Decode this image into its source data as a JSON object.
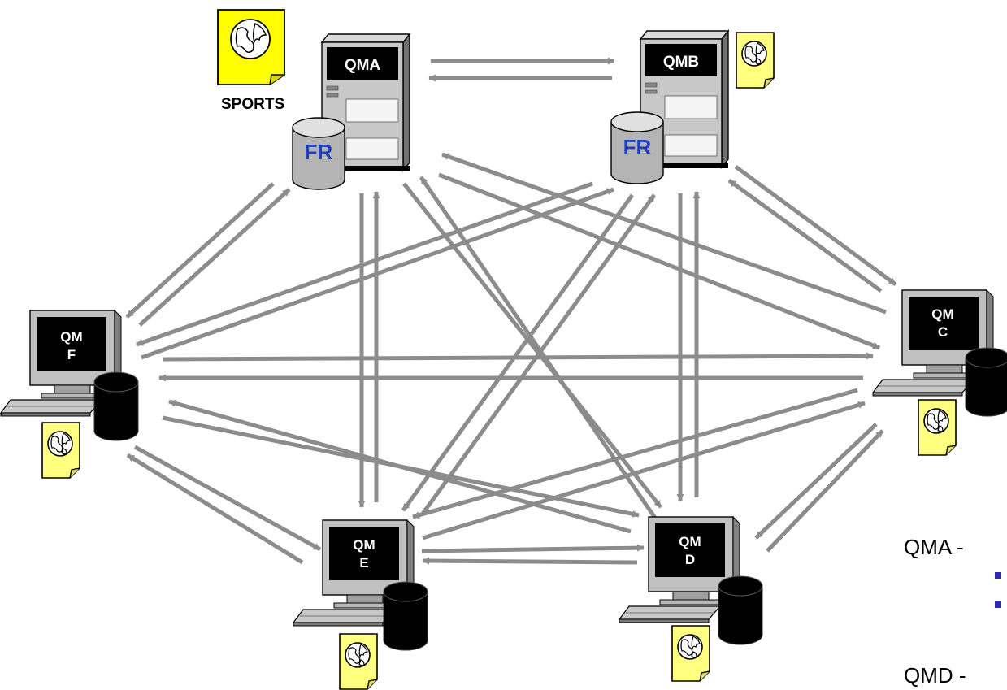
{
  "servers": {
    "qma": {
      "label": "QMA",
      "repo": "FR"
    },
    "qmb": {
      "label": "QMB",
      "repo": "FR"
    }
  },
  "queue_managers": {
    "qmc": {
      "line1": "QM",
      "line2": "C"
    },
    "qmd": {
      "line1": "QM",
      "line2": "D"
    },
    "qme": {
      "line1": "QM",
      "line2": "E"
    },
    "qmf": {
      "line1": "QM",
      "line2": "F"
    }
  },
  "cluster_label": "SPORTS",
  "side_labels": {
    "first": "QMA -",
    "second": "QMD -"
  },
  "colors": {
    "arrow": "#8c8c8c",
    "doc_yellow": "#ffff80",
    "doc_bright": "#ffff00",
    "fr_blue": "#1f3fbf",
    "bullet": "#2b2bb0"
  }
}
